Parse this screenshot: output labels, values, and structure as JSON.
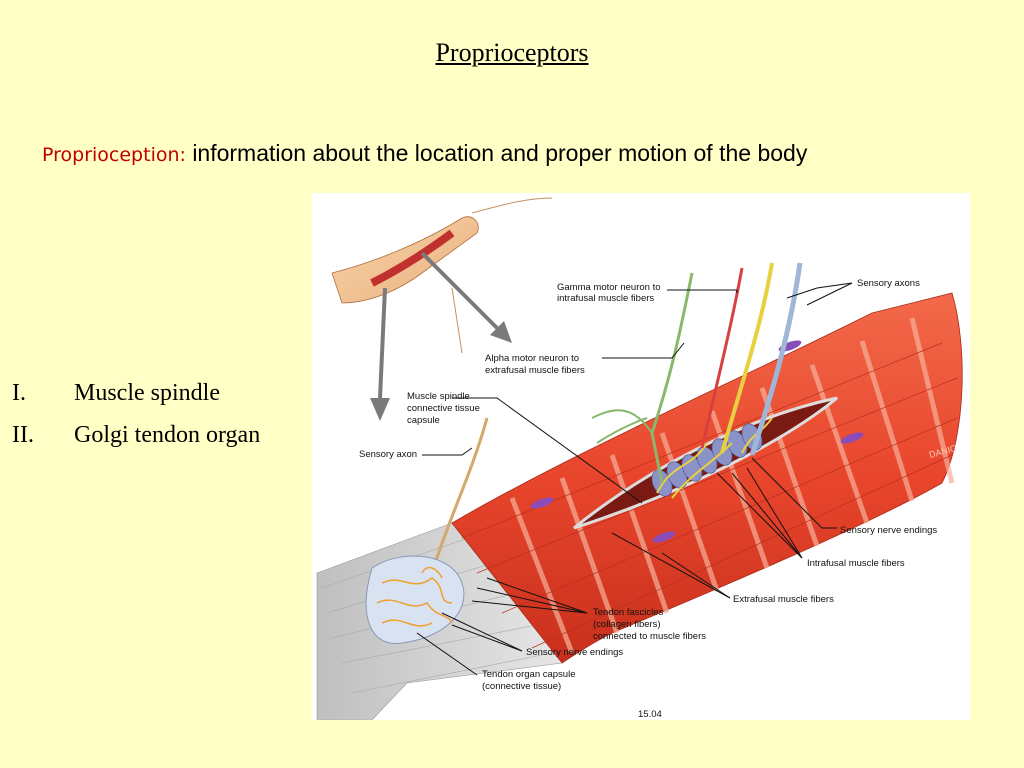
{
  "title": "Proprioceptors",
  "definition": {
    "term": "Proprioception:",
    "text": "information about  the location and proper motion of the body"
  },
  "list": [
    {
      "num": "I.",
      "label": "Muscle spindle"
    },
    {
      "num": "II.",
      "label": "Golgi tendon organ"
    }
  ],
  "figure": {
    "labels": {
      "gamma_1": "Gamma motor neuron to",
      "gamma_2": "intrafusal muscle fibers",
      "sensory_axons": "Sensory axons",
      "alpha_1": "Alpha motor neuron to",
      "alpha_2": "extrafusal muscle fibers",
      "spindle_1": "Muscle spindle",
      "spindle_2": "connective tissue",
      "spindle_3": "capsule",
      "sensory_axon": "Sensory axon",
      "sensory_endings_1": "Sensory nerve endings",
      "intrafusal": "Intrafusal muscle fibers",
      "extrafusal": "Extrafusal muscle fibers",
      "tendon_1": "Tendon fascicles",
      "tendon_2": "(collagen fibers)",
      "tendon_3": "connected to muscle fibers",
      "sensory_endings_2": "Sensory nerve endings",
      "capsule_1": "Tendon organ capsule",
      "capsule_2": "(connective tissue)",
      "fig_number": "15.04",
      "artist": "DANIC"
    },
    "colors": {
      "muscle": "#e8452c",
      "muscle_light": "#f59a7a",
      "tendon": "#d9d9d9",
      "spindle": "#8a92c8",
      "nerve_orange": "#f0a030",
      "nerve_blue": "#9fb6d8",
      "nerve_green": "#8ab86a",
      "nerve_red": "#d84040",
      "nerve_yellow": "#e8d040"
    }
  }
}
